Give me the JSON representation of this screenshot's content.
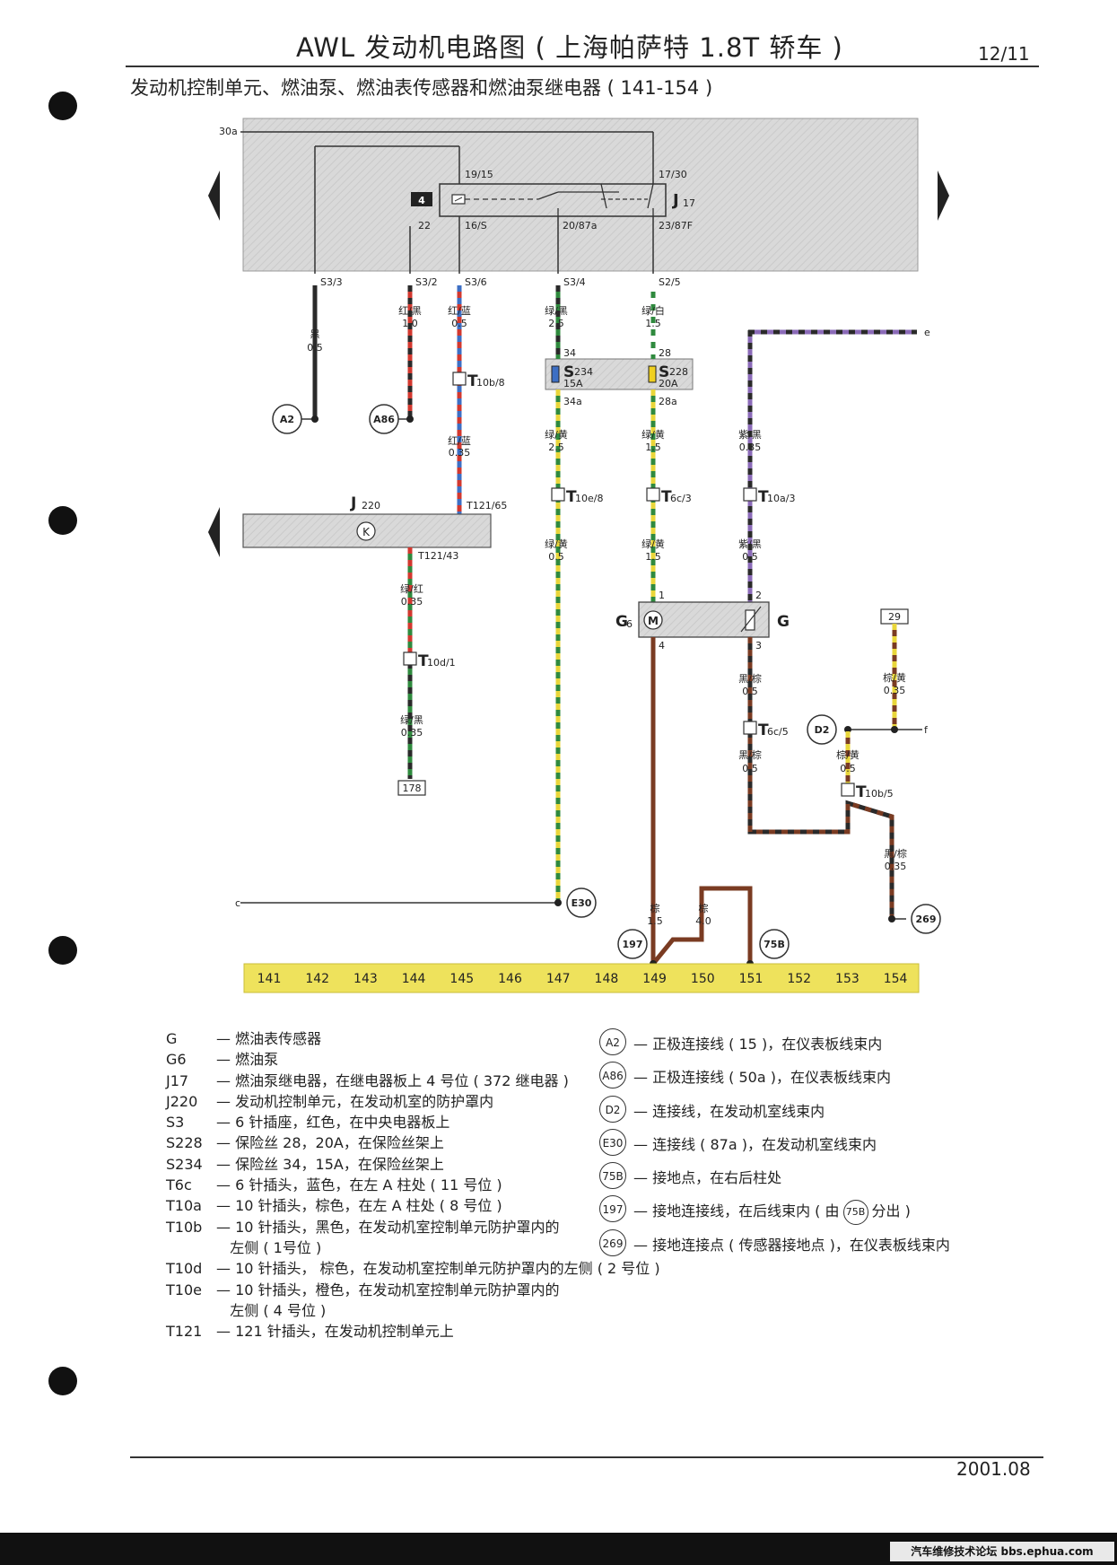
{
  "header": {
    "title": "AWL 发动机电路图 ( 上海帕萨特 1.8T 轿车 )",
    "page_number": "12/11",
    "subtitle": "发动机控制单元、燃油泵、燃油表传感器和燃油泵继电器 ( 141-154 )"
  },
  "footer": {
    "date": "2001.08",
    "forum": "汽车维修技术论坛 bbs.ephua.com"
  },
  "colors": {
    "panel_gray": "#d8d8d8",
    "strip_yellow": "#eee25c",
    "wire_black": "#2a2a2a",
    "wire_red": "#d2382f",
    "wire_blue": "#3d6fc4",
    "wire_green": "#2f8a3e",
    "wire_white": "#ffffff",
    "wire_yellow": "#e9d63a",
    "wire_purple": "#8b6bb8",
    "wire_brown": "#7a3b22",
    "fuse_15a": "#3d6fc4",
    "fuse_20a": "#f0d020"
  },
  "diagram": {
    "rail_label": "30a",
    "relay": {
      "badge": "4",
      "name": "J",
      "sub": "17",
      "pins": {
        "p1": "19/15",
        "p2": "17/30",
        "p3": "16/S",
        "p4": "20/87a",
        "p5": "23/87F",
        "p6": "22"
      }
    },
    "s3_pins": [
      "S3/3",
      "S3/2",
      "S3/6",
      "S3/4",
      "S2/5"
    ],
    "wires": {
      "w1": {
        "color": "黑",
        "size": "0.5"
      },
      "w2": {
        "color": "红/黑",
        "size": "1.0"
      },
      "w3a": {
        "color": "红/蓝",
        "size": "0.5"
      },
      "w3b": {
        "color": "红/蓝",
        "size": "0.35"
      },
      "w4a": {
        "color": "绿/黑",
        "size": "2.5"
      },
      "w4b": {
        "color": "绿/黄",
        "size": "2.5"
      },
      "w4c": {
        "color": "绿/黄",
        "size": "0.5"
      },
      "w5a": {
        "color": "绿/白",
        "size": "1.5"
      },
      "w5b": {
        "color": "绿/黄",
        "size": "1.5"
      },
      "w5c": {
        "color": "绿/黄",
        "size": "1.5"
      },
      "w6a": {
        "color": "紫/黑",
        "size": "0.35"
      },
      "w6b": {
        "color": "紫/黑",
        "size": "0.5"
      },
      "w7a": {
        "color": "黑/棕",
        "size": "0.5"
      },
      "w7b": {
        "color": "黑/棕",
        "size": "0.5"
      },
      "w8a": {
        "color": "绿/红",
        "size": "0.35"
      },
      "w8b": {
        "color": "绿/黑",
        "size": "0.35"
      },
      "w9": {
        "color": "棕/黄",
        "size": "0.35"
      },
      "w10": {
        "color": "棕/黄",
        "size": "0.5"
      },
      "w11": {
        "color": "黑/棕",
        "size": "0.35"
      },
      "w12": {
        "color": "棕",
        "size": "1.5"
      },
      "w13": {
        "color": "棕",
        "size": "4.0"
      }
    },
    "fuses": {
      "s234": {
        "name": "S",
        "sub": "234",
        "rating": "15A",
        "pin_in": "34",
        "pin_out": "34a"
      },
      "s228": {
        "name": "S",
        "sub": "228",
        "rating": "20A",
        "pin_in": "28",
        "pin_out": "28a"
      }
    },
    "connectors": {
      "t10b8": {
        "main": "T",
        "sub": "10b/8"
      },
      "t10e8": {
        "main": "T",
        "sub": "10e/8"
      },
      "t6c3": {
        "main": "T",
        "sub": "6c/3"
      },
      "t10a3": {
        "main": "T",
        "sub": "10a/3"
      },
      "t10d1": {
        "main": "T",
        "sub": "10d/1"
      },
      "t6c5": {
        "main": "T",
        "sub": "6c/5"
      },
      "t10b5": {
        "main": "T",
        "sub": "10b/5"
      }
    },
    "ecu": {
      "name": "J",
      "sub": "220",
      "symbol": "K",
      "pin_top": "T121/65",
      "pin_bottom": "T121/43"
    },
    "sender": {
      "pump_name": "G",
      "pump_sub": "6",
      "pump_symbol": "M",
      "gauge_name": "G",
      "pins": {
        "p1": "1",
        "p2": "2",
        "p4": "4",
        "p3": "3"
      }
    },
    "circles": {
      "a2": "A2",
      "a86": "A86",
      "e30": "E30",
      "d2": "D2",
      "c197": "197",
      "c75b": "75B",
      "c269": "269"
    },
    "boxes": {
      "b178": "178",
      "b29": "29"
    },
    "letters": {
      "e": "e",
      "f": "f",
      "c": "c"
    },
    "strip": [
      "141",
      "142",
      "143",
      "144",
      "145",
      "146",
      "147",
      "148",
      "149",
      "150",
      "151",
      "152",
      "153",
      "154"
    ]
  },
  "legend_left": [
    {
      "code": "G",
      "desc": "— 燃油表传感器"
    },
    {
      "code": "G6",
      "desc": "— 燃油泵"
    },
    {
      "code": "J17",
      "desc": "— 燃油泵继电器，在继电器板上 4 号位 ( 372 继电器 )"
    },
    {
      "code": "J220",
      "desc": "— 发动机控制单元，在发动机室的防护罩内"
    },
    {
      "code": "S3",
      "desc": "— 6 针插座，红色，在中央电器板上"
    },
    {
      "code": "S228",
      "desc": "— 保险丝 28，20A，在保险丝架上"
    },
    {
      "code": "S234",
      "desc": "— 保险丝 34，15A，在保险丝架上"
    },
    {
      "code": "T6c",
      "desc": "— 6 针插头，蓝色，在左 A 柱处 ( 11 号位 )"
    },
    {
      "code": "T10a",
      "desc": "— 10 针插头，棕色，在左 A 柱处 ( 8 号位 )"
    },
    {
      "code": "T10b",
      "desc": "— 10 针插头，黑色，在发动机室控制单元防护罩内的"
    },
    {
      "code": "",
      "desc": "   左侧 ( 1号位 )"
    },
    {
      "code": "T10d",
      "desc": "— 10 针插头， 棕色，在发动机室控制单元防护罩内的左侧 ( 2 号位 )"
    },
    {
      "code": "T10e",
      "desc": "— 10 针插头，橙色，在发动机室控制单元防护罩内的"
    },
    {
      "code": "",
      "desc": "   左侧 ( 4 号位 )"
    },
    {
      "code": "T121",
      "desc": "— 121 针插头，在发动机控制单元上"
    }
  ],
  "legend_right": [
    {
      "badge": "A2",
      "desc": "— 正极连接线 ( 15 )，在仪表板线束内"
    },
    {
      "badge": "A86",
      "desc": "— 正极连接线 ( 50a )，在仪表板线束内"
    },
    {
      "badge": "D2",
      "desc": "— 连接线，在发动机室线束内"
    },
    {
      "badge": "E30",
      "desc": "— 连接线 ( 87a )，在发动机室线束内"
    },
    {
      "badge": "75B",
      "desc": "— 接地点，在右后柱处"
    },
    {
      "badge": "197",
      "desc": "— 接地连接线，在后线束内 ( 由",
      "inline_badge": "75B",
      "tail": "分出 )"
    },
    {
      "badge": "269",
      "desc": "— 接地连接点 ( 传感器接地点 )，在仪表板线束内"
    }
  ]
}
